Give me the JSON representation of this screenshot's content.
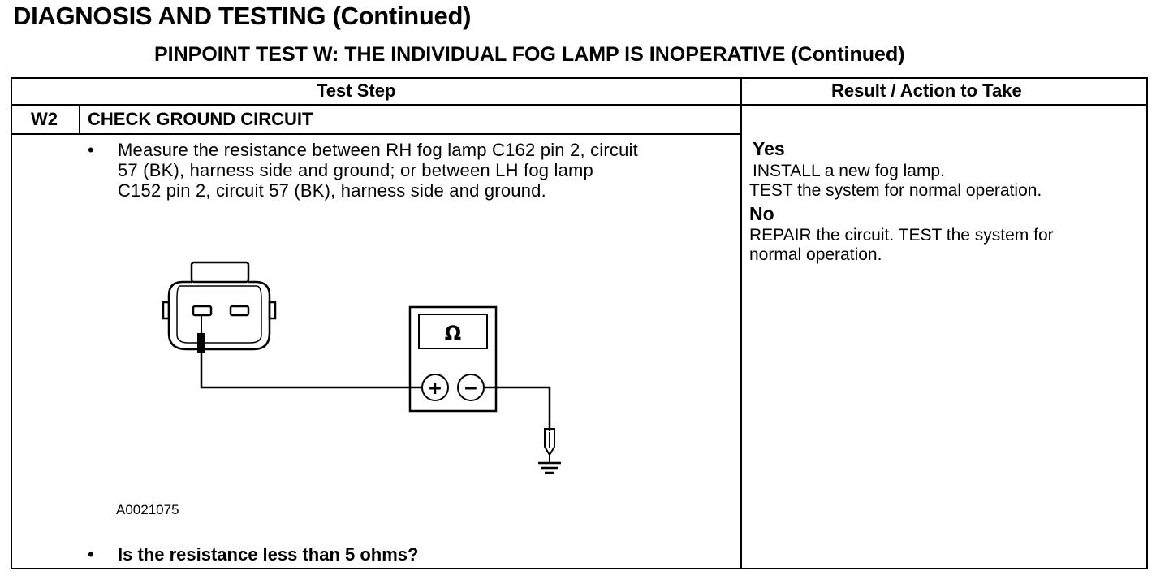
{
  "page_title": "DIAGNOSIS AND TESTING (Continued)",
  "test_title": "PINPOINT TEST W: THE INDIVIDUAL FOG LAMP IS INOPERATIVE (Continued)",
  "table": {
    "headers": {
      "test_step": "Test Step",
      "result_action": "Result / Action to Take"
    },
    "step": {
      "id": "W2",
      "title": "CHECK GROUND CIRCUIT",
      "bullet": "•",
      "instruction_lines": [
        "Measure the resistance between RH fog lamp C162 pin 2, circuit",
        "57 (BK), harness side and ground; or between LH fog lamp",
        "C152 pin 2, circuit 57 (BK), harness side and ground."
      ],
      "figure": {
        "id": "A0021075",
        "meter_display_symbol": "Ω",
        "plus_symbol": "+",
        "minus_symbol": "−"
      },
      "question": "Is the resistance less than 5 ohms?"
    },
    "results": {
      "yes": {
        "heading": "Yes",
        "lines": [
          "INSTALL a new fog lamp.",
          "TEST the system for normal operation."
        ]
      },
      "no": {
        "heading": "No",
        "lines": [
          "REPAIR the circuit. TEST the system for",
          "normal operation."
        ]
      }
    }
  }
}
